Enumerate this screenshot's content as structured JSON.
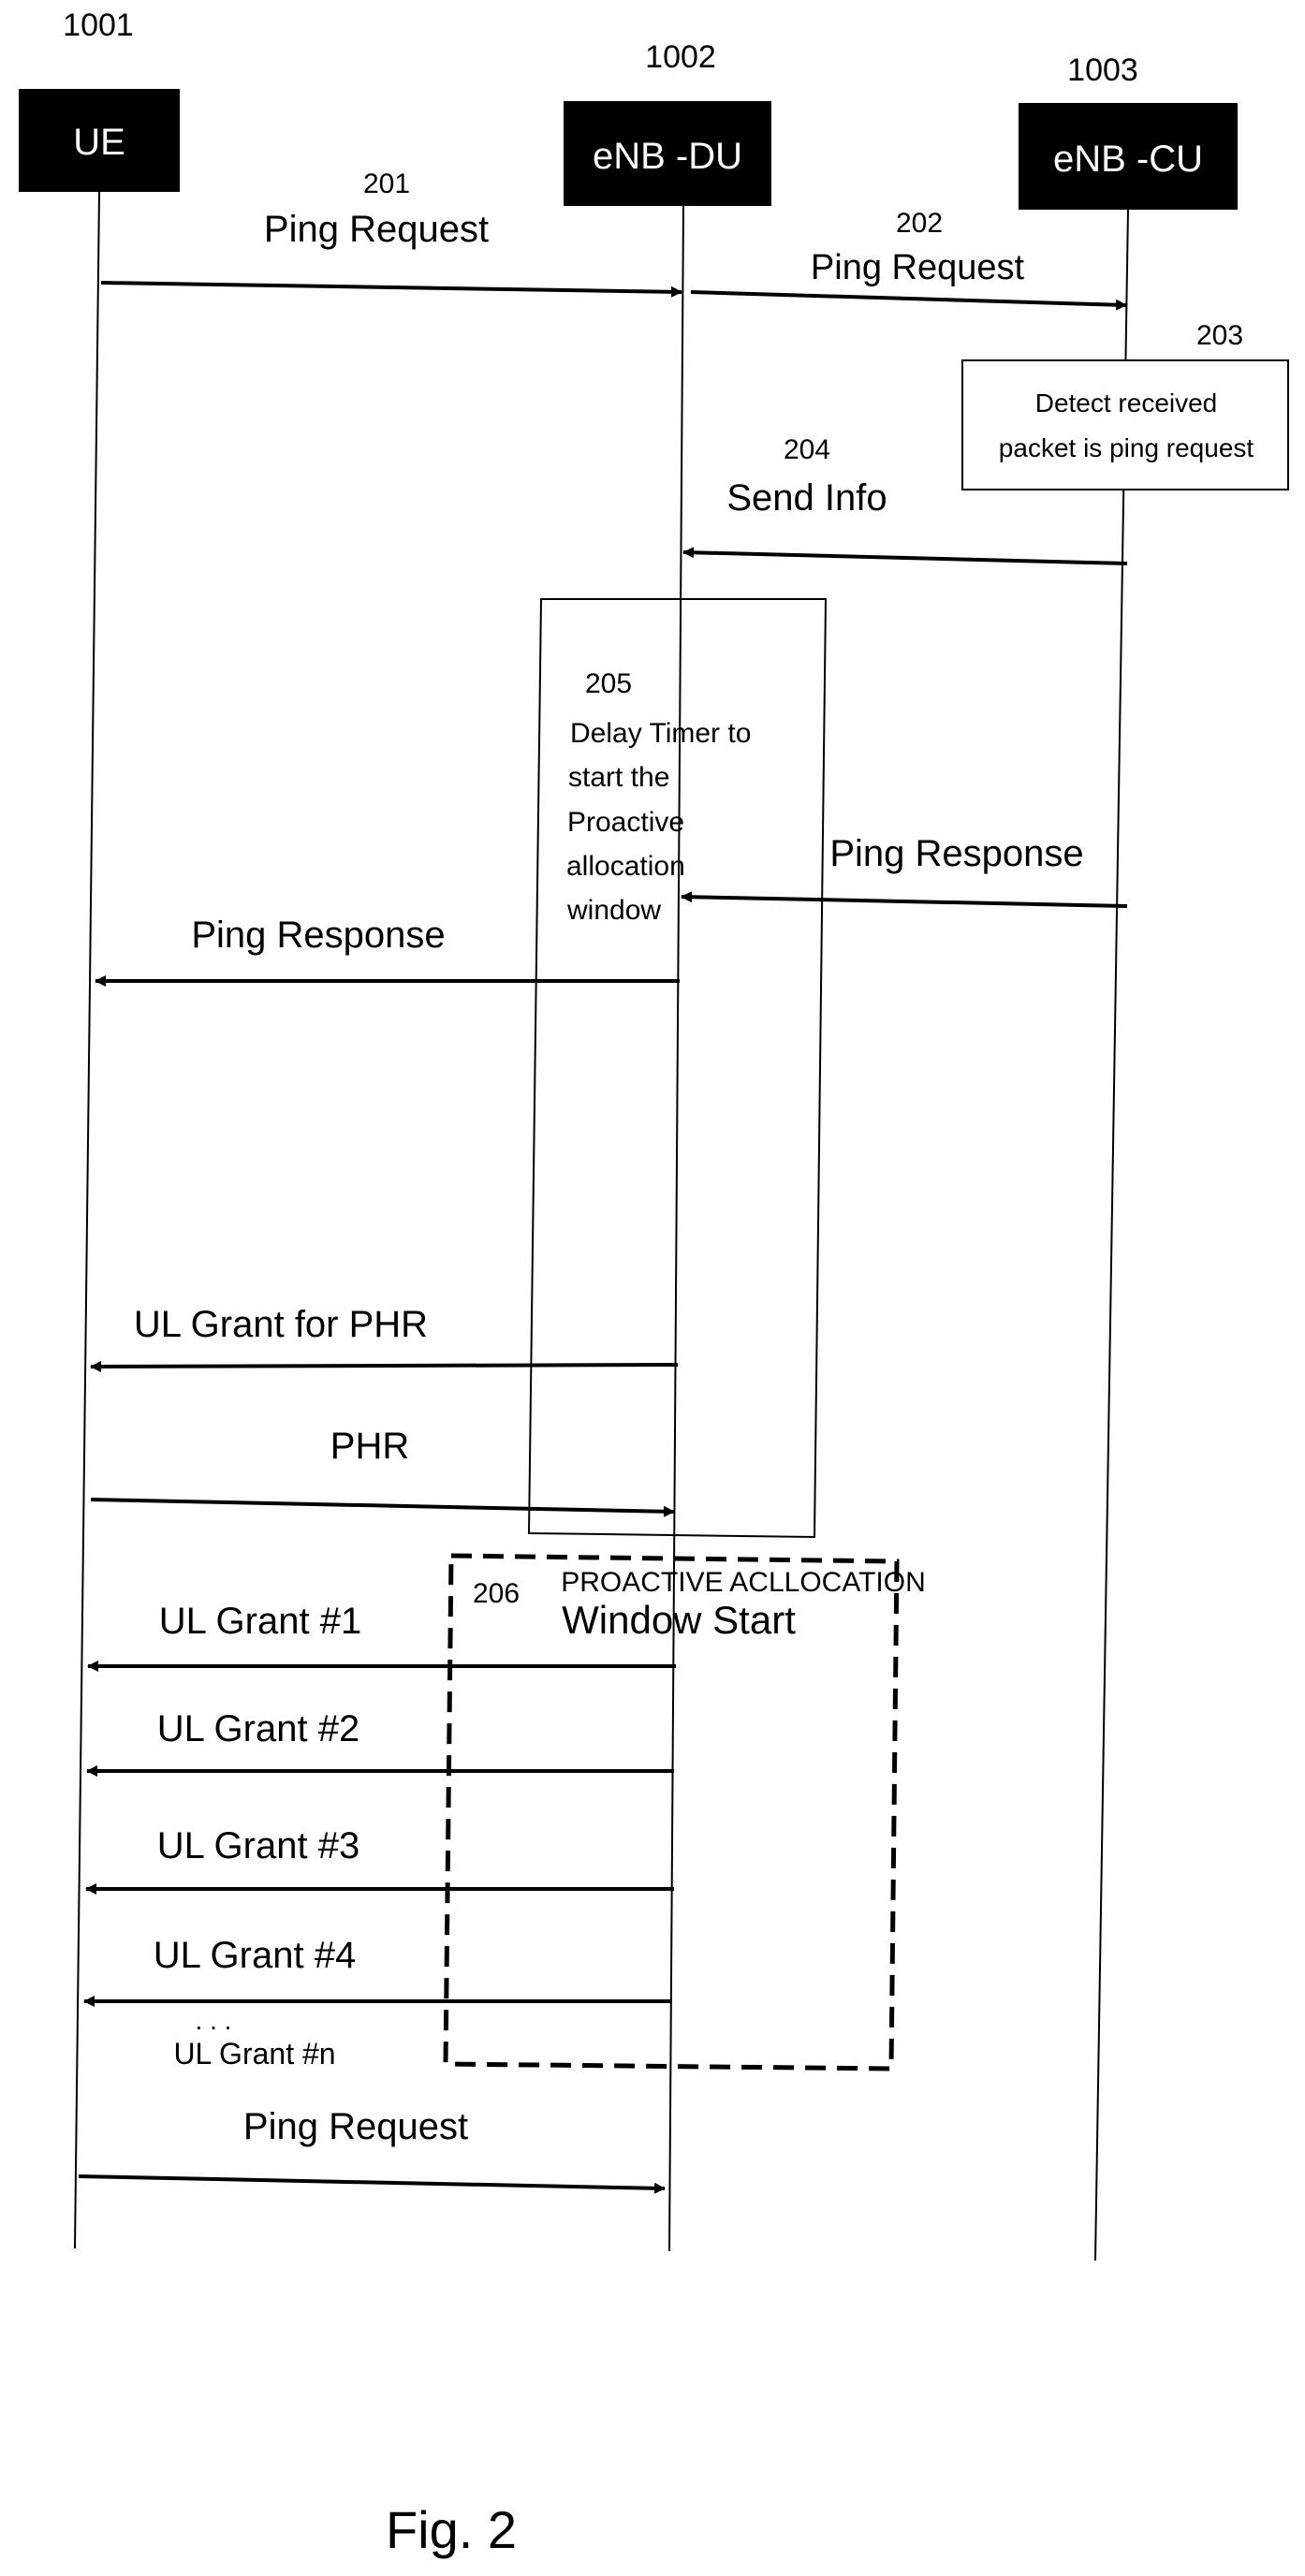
{
  "entities": [
    {
      "id": "1001",
      "name": "UE"
    },
    {
      "id": "1002",
      "name": "eNB -DU"
    },
    {
      "id": "1003",
      "name": "eNB -CU"
    }
  ],
  "messages": [
    {
      "num": "201",
      "label": "Ping Request"
    },
    {
      "num": "202",
      "label": "Ping Request"
    },
    {
      "num": "204",
      "label": "Send Info"
    },
    {
      "num": "",
      "label": "Ping Response"
    },
    {
      "num": "",
      "label": "Ping Response"
    },
    {
      "num": "",
      "label": "UL Grant for PHR"
    },
    {
      "num": "",
      "label": "PHR"
    },
    {
      "num": "",
      "label": "UL Grant #1"
    },
    {
      "num": "",
      "label": "UL Grant #2"
    },
    {
      "num": "",
      "label": "UL Grant #3"
    },
    {
      "num": "",
      "label": "UL Grant #4"
    },
    {
      "num": "",
      "label": "Ping Request"
    }
  ],
  "step203": {
    "num": "203",
    "line1": "Detect received",
    "line2": "packet is ping request"
  },
  "step205": {
    "num": "205",
    "lines": [
      "Delay Timer to",
      "start the",
      "Proactive",
      "allocation",
      "window"
    ]
  },
  "step206": {
    "num": "206",
    "title": "PROACTIVE ACLLOCATION",
    "subtitle": "Window Start",
    "ellipsis": ". . .",
    "last_grant": "UL Grant #n"
  },
  "figure_caption": "Fig. 2"
}
